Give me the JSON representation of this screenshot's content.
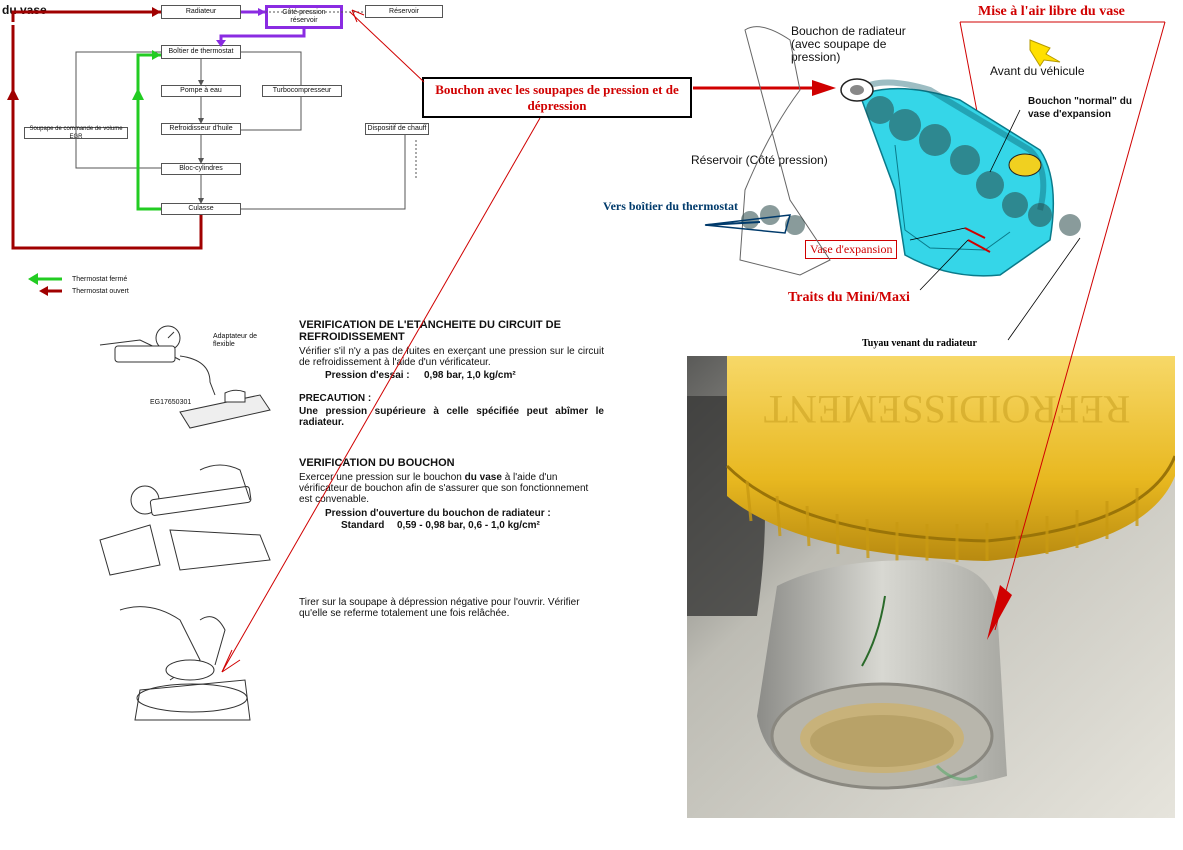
{
  "top_left_label": "du vase",
  "flowchart": {
    "radiateur": "Radiateur",
    "cote_pression": "Côté pression réservoir",
    "reservoir": "Réservoir",
    "boitier": "Boîtier de thermostat",
    "pompe": "Pompe à eau",
    "turbo": "Turbocompresseur",
    "refroidisseur": "Refroidisseur d'huile",
    "egr": "Soupape de commande de volume EGR",
    "chauff": "Dispositif de chauff",
    "bloc": "Bloc-cylindres",
    "culasse": "Culasse"
  },
  "legend": {
    "closed": "Thermostat fermé",
    "open": "Thermostat ouvert"
  },
  "callout_bouchon": "Bouchon avec les soupapes de pression et de dépression",
  "engine": {
    "mise_air": "Mise à l'air libre du vase",
    "bouchon_radiateur": "Bouchon de radiateur (avec soupape de pression)",
    "avant": "Avant du véhicule",
    "bouchon_normal": "Bouchon \"normal\" du vase d'expansion",
    "reservoir_cote": "Réservoir (Côté pression)",
    "vers_boitier": "Vers boîtier du thermostat",
    "vase_expansion": "Vase d'expansion",
    "traits": "Traits du Mini/Maxi",
    "tuyau": "Tuyau venant du radiateur"
  },
  "doc": {
    "fig1_label1": "Adaptateur de flexible",
    "fig1_code": "EG17650301",
    "s1_title": "VERIFICATION DE L'ETANCHEITE DU CIRCUIT DE REFROIDISSEMENT",
    "s1_text": "Vérifier s'il n'y a pas de fuites en exerçant une pression sur le circuit de refroidissement à l'aide d'un vérificateur.",
    "s1_pressure_label": "Pression d'essai :",
    "s1_pressure_value": "0,98 bar, 1,0 kg/cm²",
    "s2_title": "PRECAUTION :",
    "s2_text": "Une pression supérieure à celle spécifiée peut abîmer le radiateur.",
    "s3_title": "VERIFICATION DU BOUCHON",
    "s3_text_a": "Exercer une pression sur le bouchon",
    "s3_text_vase": "du vase",
    "s3_text_b": "à l'aide d'un vérificateur de bouchon  afin de s'assurer que son fonctionnement est convenable.",
    "s3_pressure_label": "Pression d'ouverture du bouchon de radiateur :",
    "s3_standard_label": "Standard",
    "s3_standard_value": "0,59 - 0,98 bar, 0,6 - 1,0 kg/cm²",
    "s4_text": "Tirer sur la soupape à dépression négative pour l'ouvrir. Vérifier qu'elle se referme totalement une fois relâchée."
  },
  "photo": {
    "cap_text": "REFROIDISSEMENT"
  },
  "colors": {
    "red_arrow": "#d00000",
    "dark_red_line": "#a00000",
    "green_line": "#22cc22",
    "purple_line": "#8a2be2",
    "cyan_tank": "#35d6e8",
    "cap_yellow": "#f0c020"
  }
}
